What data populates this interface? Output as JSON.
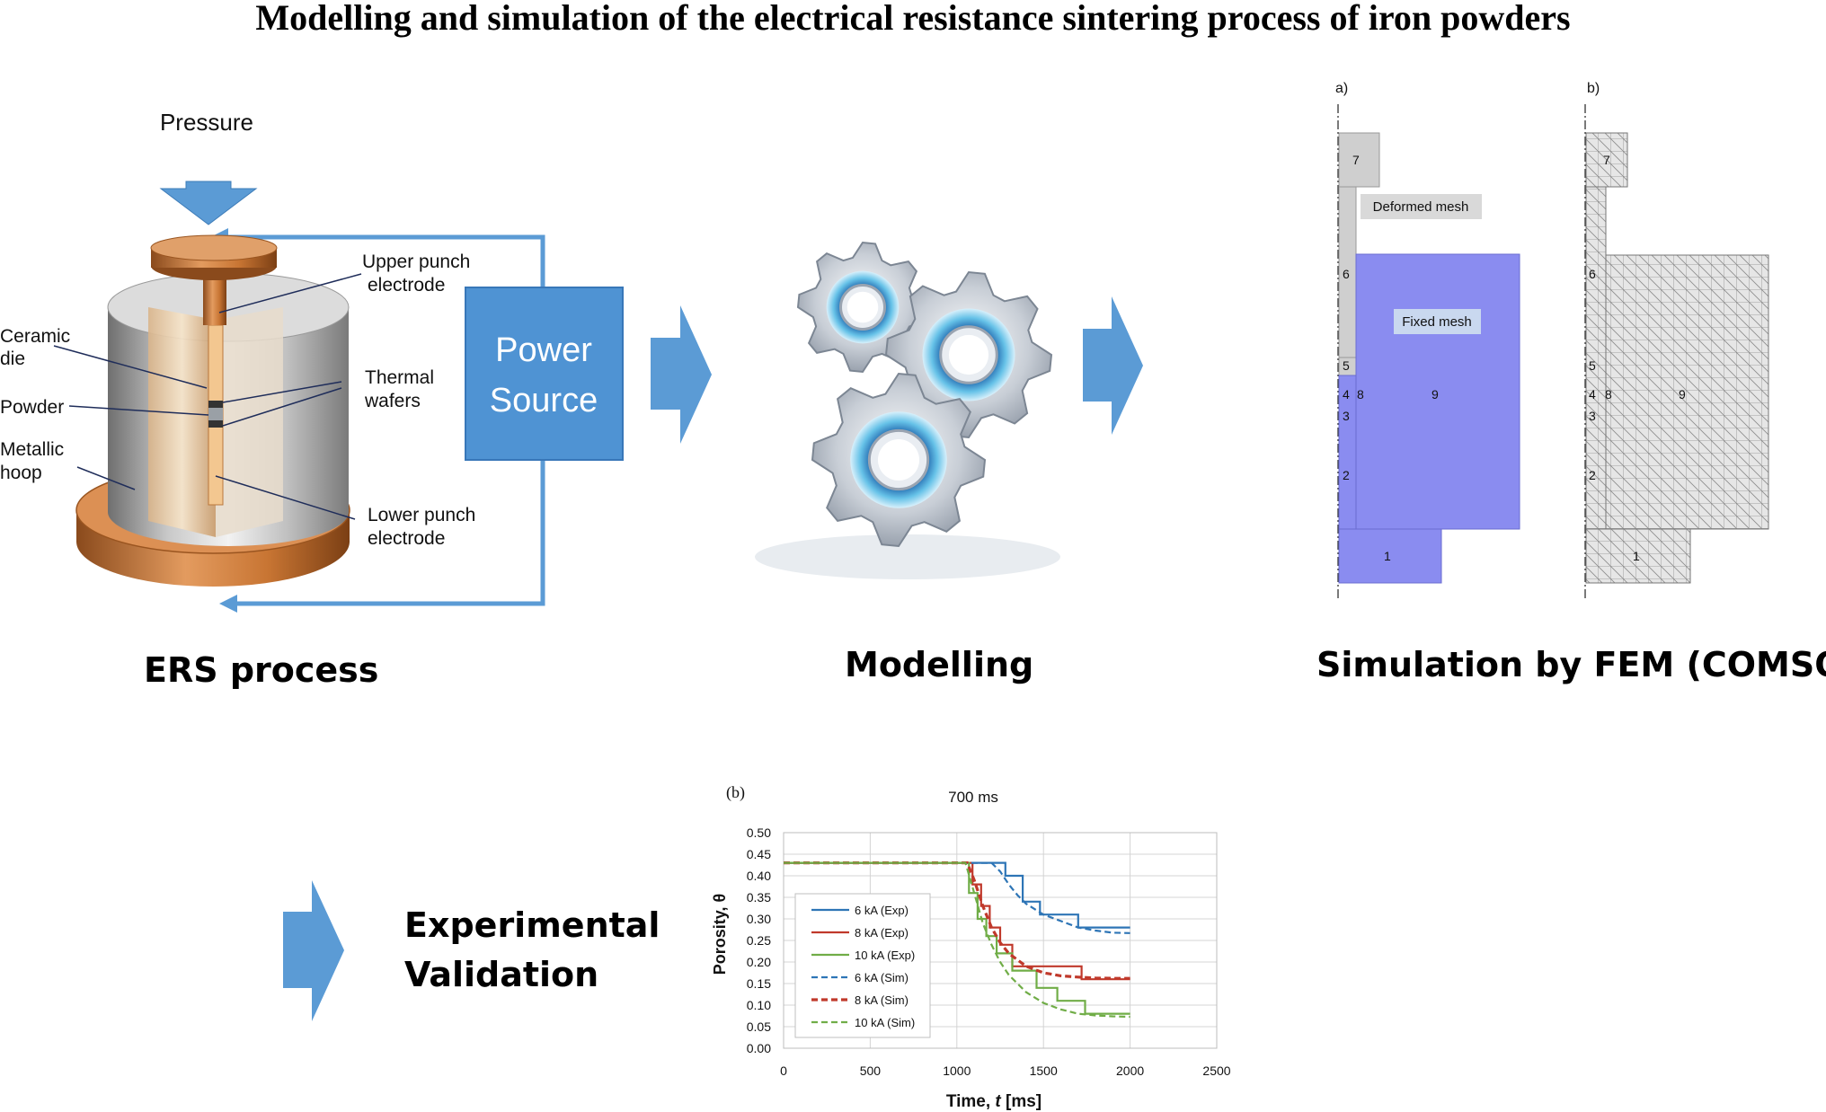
{
  "title": "Modelling and simulation of the electrical resistance sintering process of iron powders",
  "ers": {
    "caption": "ERS process",
    "pressure": "Pressure",
    "power_source_line1": "Power",
    "power_source_line2": "Source",
    "labels": {
      "upper_punch_1": "Upper punch",
      "upper_punch_2": "electrode",
      "ceramic_1": "Ceramic",
      "ceramic_2": "die",
      "thermal_1": "Thermal",
      "thermal_2": "wafers",
      "powder": "Powder",
      "metallic_1": "Metallic",
      "metallic_2": "hoop",
      "lower_punch_1": "Lower punch",
      "lower_punch_2": "electrode"
    }
  },
  "modelling": {
    "caption": "Modelling"
  },
  "simulation": {
    "caption": "Simulation by FEM (COMSOL)",
    "panel_a": "a)",
    "panel_b": "b)",
    "deformed_mesh": "Deformed mesh",
    "fixed_mesh": "Fixed mesh",
    "regions": [
      "1",
      "2",
      "3",
      "4",
      "5",
      "6",
      "7",
      "8",
      "9"
    ]
  },
  "validation": {
    "caption_line1": "Experimental",
    "caption_line2": "Validation"
  },
  "colors": {
    "arrow_blue": "#5b9bd5",
    "power_box": "#4f93d3",
    "fem_blue": "#8a8cf0",
    "copper": "#c87533",
    "exp6": "#2e75b6",
    "exp8": "#c0392b",
    "exp10": "#70ad47"
  },
  "chart_data": {
    "type": "line",
    "panel_label": "(b)",
    "title": "700 ms",
    "xlabel_prefix": "Time, ",
    "xlabel_var": "t",
    "xlabel_unit": " [ms]",
    "ylabel": "Porosity, θ",
    "xlim": [
      0,
      2500
    ],
    "ylim": [
      0,
      0.5
    ],
    "xticks": [
      "0",
      "500",
      "1000",
      "1500",
      "2000",
      "2500"
    ],
    "yticks": [
      "0.00",
      "0.05",
      "0.10",
      "0.15",
      "0.20",
      "0.25",
      "0.30",
      "0.35",
      "0.40",
      "0.45",
      "0.50"
    ],
    "grid": true,
    "legend_position": "lower-left",
    "series": [
      {
        "name": "6 kA (Exp)",
        "style": "solid",
        "x": [
          0,
          1280,
          1280,
          1380,
          1380,
          1480,
          1480,
          1700,
          1700,
          2000
        ],
        "y": [
          0.43,
          0.43,
          0.4,
          0.4,
          0.34,
          0.34,
          0.31,
          0.31,
          0.28,
          0.28
        ]
      },
      {
        "name": "8 kA (Exp)",
        "style": "solid",
        "x": [
          0,
          1090,
          1090,
          1140,
          1140,
          1190,
          1190,
          1250,
          1250,
          1320,
          1320,
          1720,
          1720,
          2000
        ],
        "y": [
          0.43,
          0.43,
          0.38,
          0.38,
          0.33,
          0.33,
          0.28,
          0.28,
          0.24,
          0.24,
          0.19,
          0.19,
          0.16,
          0.16
        ]
      },
      {
        "name": "10 kA (Exp)",
        "style": "solid",
        "x": [
          0,
          1070,
          1070,
          1120,
          1120,
          1170,
          1170,
          1230,
          1230,
          1320,
          1320,
          1460,
          1460,
          1580,
          1580,
          1740,
          1740,
          2000
        ],
        "y": [
          0.43,
          0.43,
          0.36,
          0.36,
          0.3,
          0.3,
          0.26,
          0.26,
          0.22,
          0.22,
          0.18,
          0.18,
          0.14,
          0.14,
          0.11,
          0.11,
          0.08,
          0.08
        ]
      },
      {
        "name": "6 kA (Sim)",
        "style": "dashed",
        "x": [
          0,
          1200,
          1250,
          1300,
          1350,
          1400,
          1500,
          1600,
          1700,
          1800,
          1900,
          2000
        ],
        "y": [
          0.43,
          0.43,
          0.41,
          0.38,
          0.355,
          0.335,
          0.31,
          0.295,
          0.28,
          0.273,
          0.268,
          0.267
        ]
      },
      {
        "name": "8 kA (Sim)",
        "style": "dashed",
        "x": [
          0,
          1060,
          1100,
          1150,
          1200,
          1250,
          1300,
          1400,
          1500,
          1600,
          1700,
          1800,
          1900,
          2000
        ],
        "y": [
          0.43,
          0.43,
          0.39,
          0.33,
          0.28,
          0.245,
          0.22,
          0.19,
          0.175,
          0.168,
          0.165,
          0.163,
          0.162,
          0.162
        ]
      },
      {
        "name": "10 kA (Sim)",
        "style": "dashed",
        "x": [
          0,
          1050,
          1100,
          1150,
          1200,
          1250,
          1300,
          1400,
          1500,
          1600,
          1700,
          1800,
          1900,
          2000
        ],
        "y": [
          0.43,
          0.43,
          0.36,
          0.29,
          0.24,
          0.2,
          0.17,
          0.13,
          0.105,
          0.09,
          0.08,
          0.076,
          0.074,
          0.073
        ]
      }
    ]
  }
}
